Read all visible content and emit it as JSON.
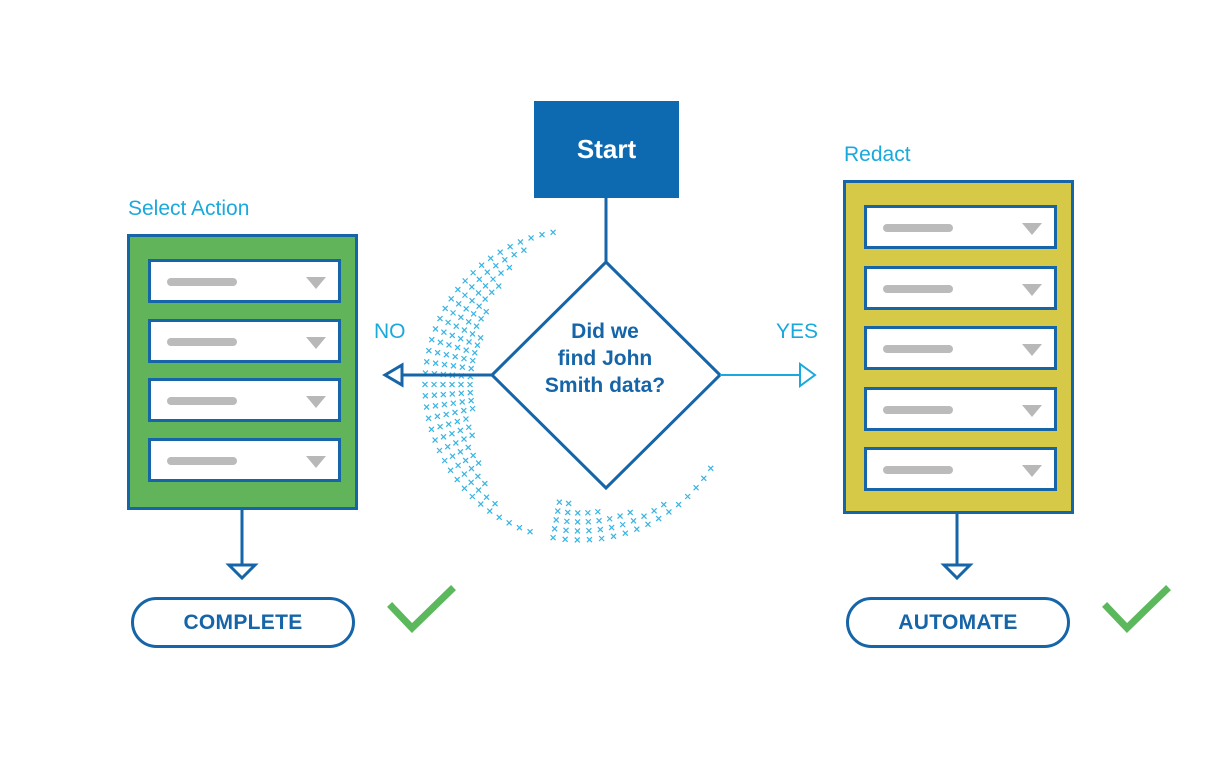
{
  "start": {
    "label": "Start"
  },
  "decision": {
    "line1": "Did we",
    "line2": "find John",
    "line3": "Smith data?"
  },
  "branches": {
    "no_label": "NO",
    "yes_label": "YES"
  },
  "left_panel": {
    "title": "Select Action",
    "row_count": 4,
    "color": "#62b45a"
  },
  "right_panel": {
    "title": "Redact",
    "row_count": 5,
    "color": "#d7c948"
  },
  "outcomes": {
    "left": "COMPLETE",
    "right": "AUTOMATE"
  },
  "colors": {
    "primary": "#1565a8",
    "start_fill": "#0d69b0",
    "accent": "#1aa9dc",
    "check": "#5cb85c"
  },
  "icons": {
    "check": "check-icon",
    "dropdown": "chevron-down-icon"
  }
}
